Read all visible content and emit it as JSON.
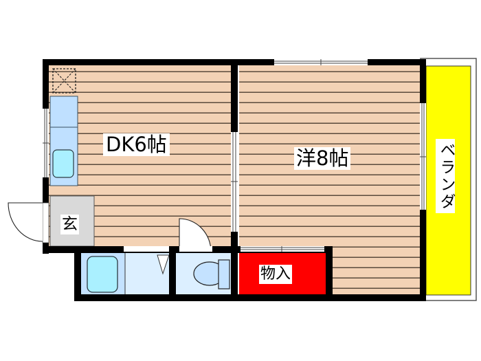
{
  "floorplan": {
    "rooms": {
      "dining_kitchen": {
        "label": "DK6帖",
        "type": "dining-kitchen",
        "size_jo": 6
      },
      "western_room": {
        "label": "洋8帖",
        "type": "western-room",
        "size_jo": 8
      },
      "entrance": {
        "label": "玄",
        "type": "entrance"
      },
      "closet": {
        "label": "物入",
        "type": "storage"
      },
      "veranda": {
        "label": "ベランダ",
        "type": "balcony"
      },
      "bathroom": {
        "type": "bath"
      },
      "washroom": {
        "type": "washroom"
      },
      "toilet": {
        "type": "toilet"
      }
    },
    "colors": {
      "floor": "#f3d2b5",
      "floor_lines": "#5a4a3c",
      "wall": "#000000",
      "wet_area": "#dcefff",
      "bath": "#c4e2ff",
      "tub": "#aaf0ff",
      "entrance": "#d9d9d9",
      "closet": "#ff0000",
      "veranda": "#ffff00",
      "kitchen_counter": "#bfe0ff"
    }
  }
}
